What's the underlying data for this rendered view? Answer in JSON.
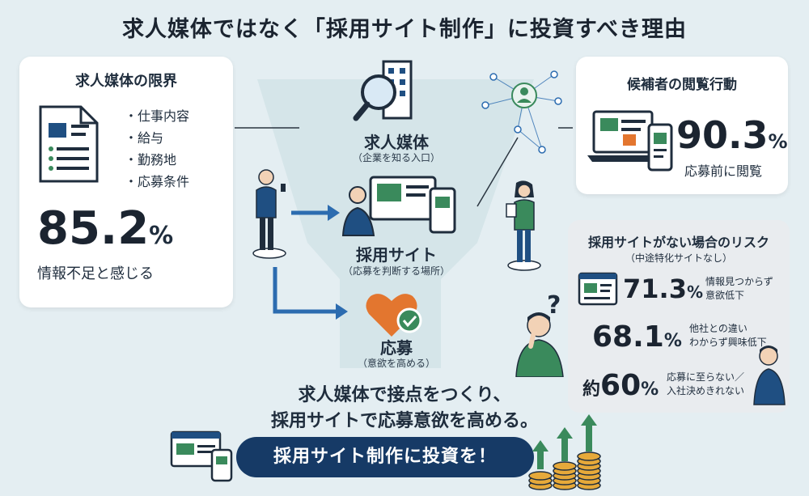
{
  "title": "求人媒体ではなく「採用サイト制作」に投資すべき理由",
  "left_card": {
    "heading": "求人媒体の限界",
    "bullets": [
      "・仕事内容",
      "・給与",
      "・勤務地",
      "・応募条件"
    ],
    "stat_number": "85.2",
    "stat_unit": "%",
    "stat_caption": "情報不足と感じる"
  },
  "funnel": {
    "step1": {
      "label": "求人媒体",
      "sub": "（企業を知る入口）"
    },
    "step2": {
      "label": "採用サイト",
      "sub": "（応募を判断する場所）"
    },
    "step3": {
      "label": "応募",
      "sub": "（意欲を高める）"
    }
  },
  "right_card": {
    "heading": "候補者の閲覧行動",
    "stat_number": "90.3",
    "stat_unit": "%",
    "stat_caption": "応募前に閲覧"
  },
  "risk_card": {
    "heading": "採用サイトがない場合のリスク",
    "sub": "（中途特化サイトなし）",
    "items": [
      {
        "number": "71.3",
        "unit": "%",
        "line1": "情報見つからず",
        "line2": "意欲低下"
      },
      {
        "number": "68.1",
        "unit": "%",
        "line1": "他社との違い",
        "line2": "わからず興味低下"
      },
      {
        "prefix": "約",
        "number": "60",
        "unit": "%",
        "line1": "応募に至らない／",
        "line2": "入社決めきれない"
      }
    ]
  },
  "question_mark": "?",
  "message": {
    "line1": "求人媒体で接点をつくり、",
    "line2": "採用サイトで応募意欲を高める。"
  },
  "cta": "採用サイト制作に投資を！",
  "colors": {
    "navy": "#163a66",
    "blue": "#2c6cb0",
    "green": "#3a8a5c",
    "orange": "#e3762f"
  }
}
